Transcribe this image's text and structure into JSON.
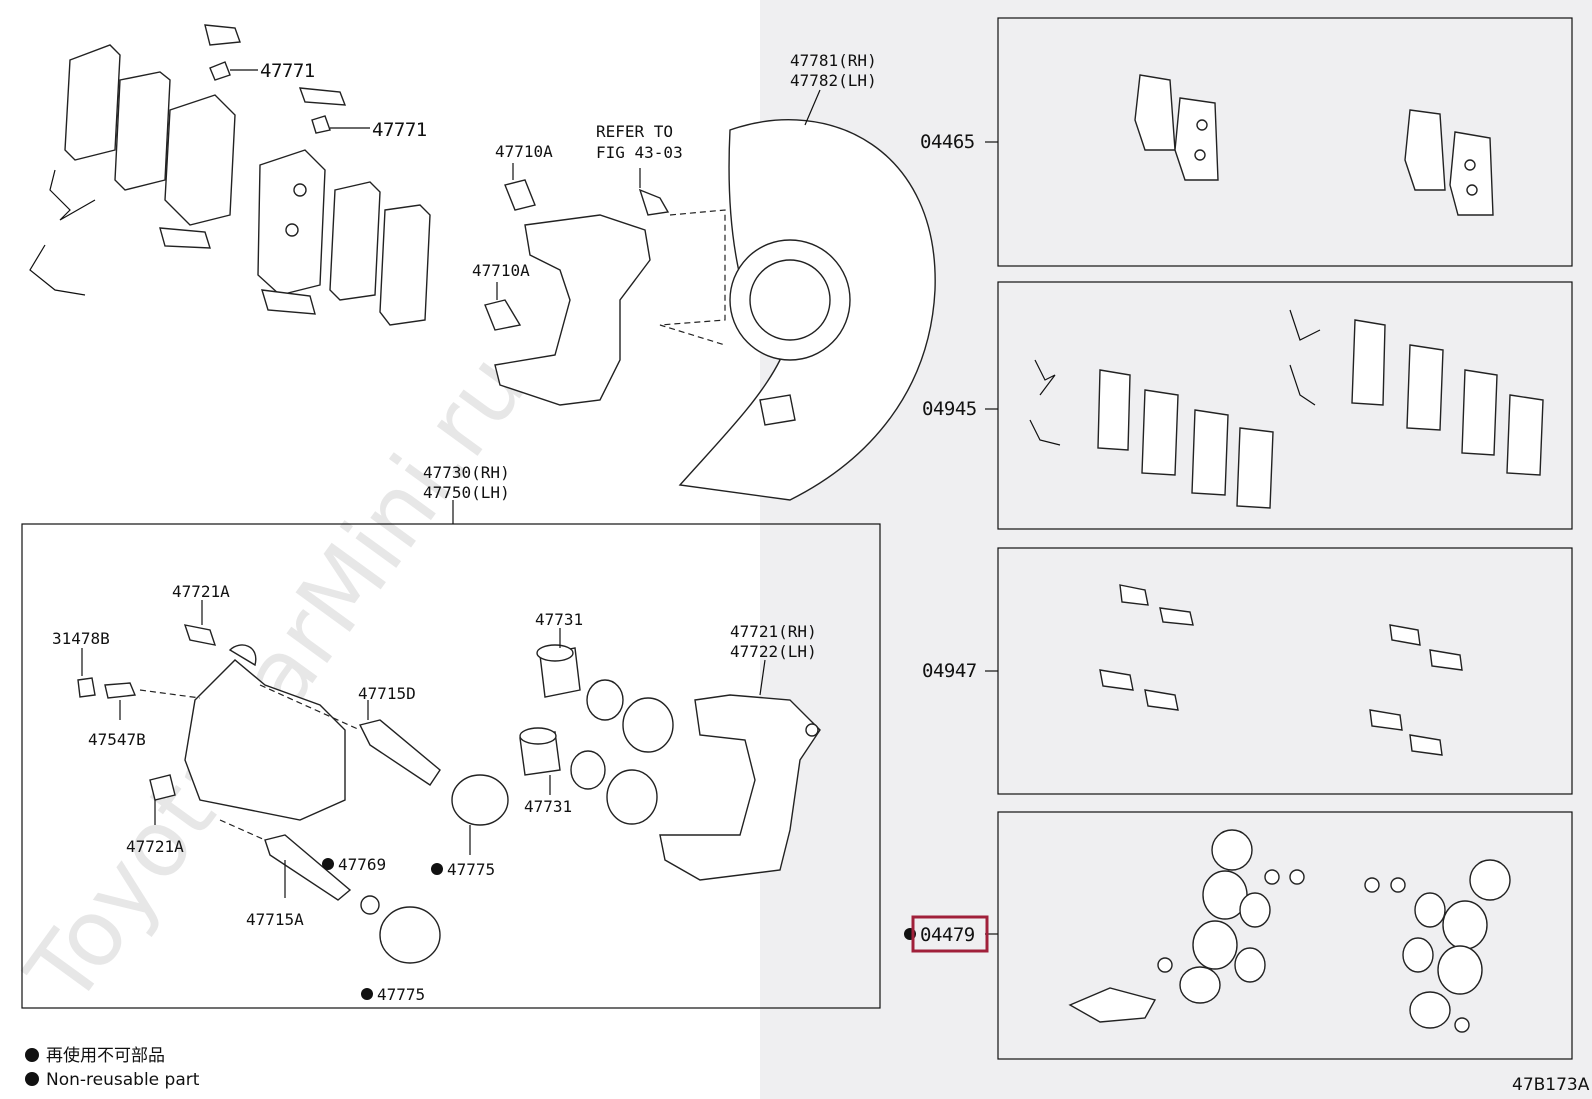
{
  "labels": {
    "p47771a": "47771",
    "p47771b": "47771",
    "p47710a_1": "47710A",
    "p47710a_2": "47710A",
    "refer_line1": "REFER TO",
    "refer_line2": "FIG 43-03",
    "p47781": "47781(RH)",
    "p47782": "47782(LH)",
    "p47730": "47730(RH)",
    "p47750": "47750(LH)",
    "p47721a_1": "47721A",
    "p31478b": "31478B",
    "p47547b": "47547B",
    "p47721a_2": "47721A",
    "p47715d": "47715D",
    "p47715a": "47715A",
    "p47769": "47769",
    "p47775_1": "47775",
    "p47775_2": "47775",
    "p47731_1": "47731",
    "p47731_2": "47731",
    "p47721": "47721(RH)",
    "p47722": "47722(LH)"
  },
  "kits": [
    {
      "code": "04465"
    },
    {
      "code": "04945"
    },
    {
      "code": "04947"
    },
    {
      "code": "04479",
      "highlighted": true
    }
  ],
  "legend": {
    "line1": "再使用不可部品",
    "line2": "Non-reusable part"
  },
  "watermark": "ToyotaCarMini.ru",
  "figure_id": "47B173A",
  "colors": {
    "highlight": "#a0203a",
    "shade": "#efeff1",
    "line": "#111111"
  }
}
